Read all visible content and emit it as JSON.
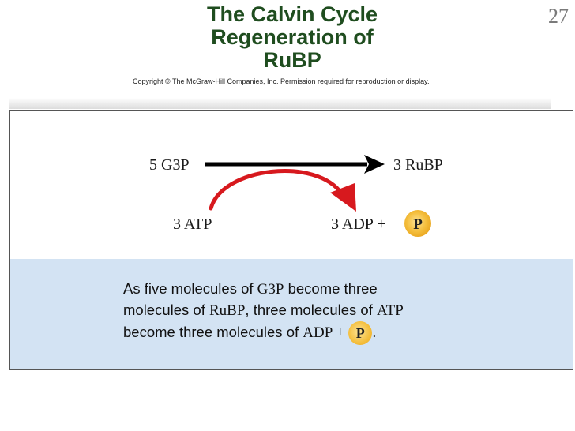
{
  "header": {
    "title_lines": [
      "The Calvin Cycle",
      "Regeneration of",
      "RuBP"
    ],
    "slide_number": "27",
    "copyright": "Copyright © The McGraw-Hill Companies, Inc. Permission required for reproduction or display."
  },
  "diagram": {
    "reactant": "5 G3P",
    "product": "3 RuBP",
    "energy_input": "3 ATP",
    "energy_output": "3 ADP +",
    "phosphate_symbol": "P",
    "colors": {
      "main_arrow": "#000000",
      "energy_arrow": "#d7191e",
      "phosphate": "#f4be3c",
      "caption_bg": "#d3e3f3",
      "title": "#1f4d1f"
    }
  },
  "caption": {
    "t1": "As five molecules of ",
    "t2": "G3P",
    "t3": " become three",
    "t4": "molecules of ",
    "t5": "RuBP",
    "t6": ", three molecules of ",
    "t7": "ATP",
    "t8": "become three molecules of ",
    "t9": "ADP +",
    "t10": "P",
    "t11": "."
  }
}
